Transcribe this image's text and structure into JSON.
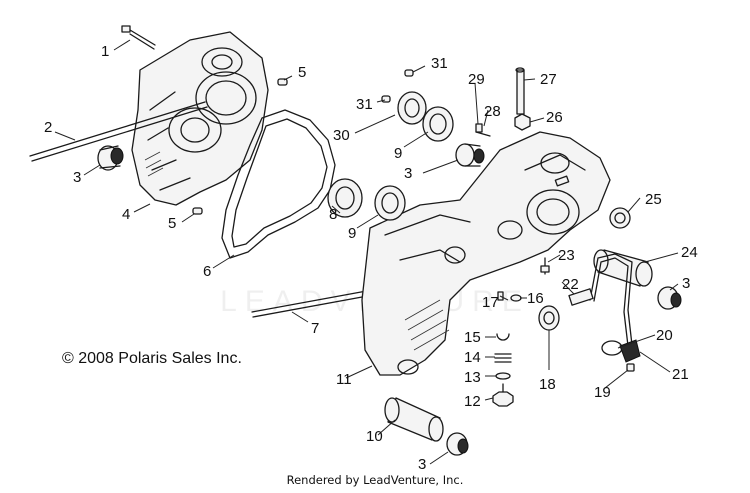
{
  "diagram": {
    "copyright": "© 2008 Polaris Sales Inc.",
    "render_credit": "Rendered by LeadVenture, Inc.",
    "watermark": "LEADVENTURE",
    "callouts": [
      "1",
      "2",
      "3",
      "3",
      "3",
      "3",
      "4",
      "5",
      "5",
      "6",
      "7",
      "8",
      "9",
      "9",
      "10",
      "11",
      "12",
      "13",
      "14",
      "15",
      "16",
      "17",
      "18",
      "19",
      "20",
      "21",
      "22",
      "23",
      "24",
      "25",
      "26",
      "27",
      "28",
      "29",
      "30",
      "31",
      "31"
    ]
  }
}
